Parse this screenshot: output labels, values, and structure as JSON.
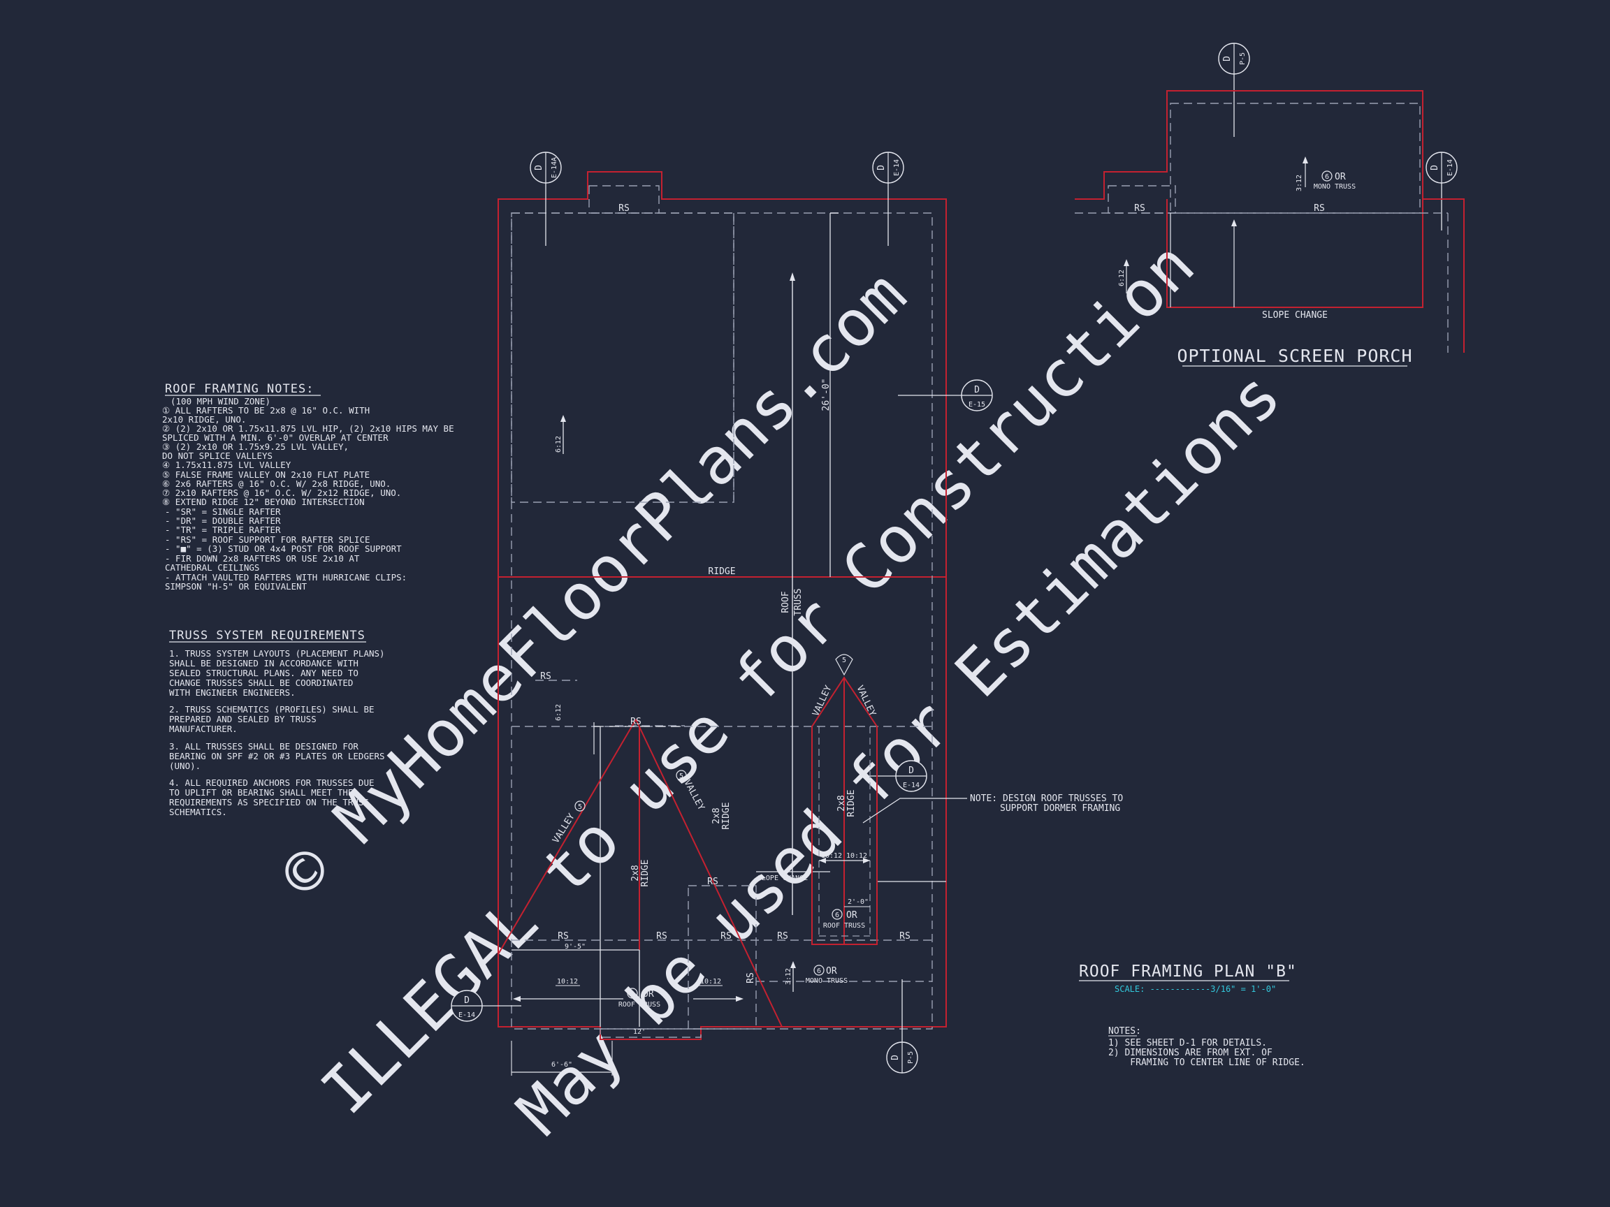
{
  "roof_framing_notes": {
    "title": "ROOF FRAMING NOTES:",
    "lines": [
      "(100 MPH WIND ZONE)",
      "① ALL RAFTERS TO BE 2x8 @ 16\" O.C. WITH",
      "   2x10 RIDGE, UNO.",
      "② (2) 2x10 OR 1.75x11.875 LVL HIP, (2) 2x10 HIPS MAY BE",
      "   SPLICED WITH A MIN. 6'-0\" OVERLAP AT CENTER",
      "③ (2) 2x10 OR 1.75x9.25 LVL VALLEY,",
      "   DO NOT SPLICE VALLEYS",
      "④ 1.75x11.875 LVL VALLEY",
      "⑤ FALSE FRAME VALLEY ON 2x10 FLAT PLATE",
      "⑥ 2x6 RAFTERS @ 16\" O.C. W/ 2x8 RIDGE, UNO.",
      "⑦ 2x10 RAFTERS @ 16\" O.C. W/ 2x12 RIDGE, UNO.",
      "⑧ EXTEND RIDGE 12\" BEYOND INTERSECTION",
      "-  \"SR\" = SINGLE RAFTER",
      "-  \"DR\" = DOUBLE RAFTER",
      "-  \"TR\" = TRIPLE RAFTER",
      "-  \"RS\" = ROOF SUPPORT FOR RAFTER SPLICE",
      "-  \"■\" = (3) STUD OR 4x4 POST FOR ROOF SUPPORT",
      "-  FIR DOWN 2x8 RAFTERS OR USE 2x10 AT",
      "   CATHEDRAL CEILINGS",
      "-  ATTACH VAULTED RAFTERS WITH HURRICANE CLIPS:",
      "   SIMPSON \"H-5\" OR EQUIVALENT"
    ]
  },
  "truss_requirements": {
    "title": "TRUSS SYSTEM REQUIREMENTS",
    "lines": [
      "1. TRUSS SYSTEM LAYOUTS (PLACEMENT PLANS)",
      "SHALL BE DESIGNED IN ACCORDANCE WITH",
      "SEALED STRUCTURAL PLANS. ANY NEED TO",
      "CHANGE TRUSSES SHALL BE COORDINATED",
      "WITH ENGINEER ENGINEERS.",
      "",
      "2. TRUSS SCHEMATICS (PROFILES) SHALL BE",
      "PREPARED AND SEALED BY TRUSS",
      "MANUFACTURER.",
      "",
      "3. ALL TRUSSES SHALL BE DESIGNED FOR",
      "BEARING ON SPF #2 OR #3 PLATES OR LEDGERS",
      "(UNO).",
      "",
      "4. ALL REQUIRED ANCHORS FOR TRUSSES DUE",
      "TO UPLIFT OR BEARING SHALL MEET THE",
      "REQUIREMENTS AS SPECIFIED ON THE TRUSS",
      "SCHEMATICS."
    ]
  },
  "plan": {
    "title": "ROOF FRAMING PLAN \"B\"",
    "scale": "SCALE: ------------3/16\" = 1'-0\"",
    "notes_title": "NOTES:",
    "notes": [
      "1)  SEE SHEET D-1 FOR DETAILS.",
      "2)  DIMENSIONS ARE FROM EXT. OF",
      "    FRAMING TO CENTER LINE OF RIDGE."
    ],
    "labels": {
      "rs": "RS",
      "ridge": "RIDGE",
      "roof": "ROOF",
      "truss": "TRUSS",
      "valley": "VALLEY",
      "two_by_eight": "2x8",
      "pitch_612": "6:12",
      "pitch_312": "3:12",
      "pitch_1012": "10:12",
      "or": "OR",
      "roof_truss": "ROOF TRUSS",
      "mono_truss": "MONO TRUSS",
      "slope_change": "SLOPE CHANGE",
      "dim_26": "26'-0\"",
      "dim_9_5": "9'-5\"",
      "dim_6_6": "6'-6\"",
      "dim_2_0": "2'-0\"",
      "dim_12": "12'",
      "note_dormer_1": "NOTE: DESIGN ROOF TRUSSES TO",
      "note_dormer_2": "SUPPORT DORMER FRAMING",
      "circle_5": "5",
      "circle_6": "6"
    }
  },
  "porch": {
    "title": "OPTIONAL SCREEN PORCH",
    "slope_change": "SLOPE CHANGE"
  },
  "section_markers": [
    {
      "letter": "D",
      "sheet": "E-14A"
    },
    {
      "letter": "D",
      "sheet": "E-14"
    },
    {
      "letter": "D",
      "sheet": "E-15"
    },
    {
      "letter": "D",
      "sheet": "E-14"
    },
    {
      "letter": "D",
      "sheet": "E-14"
    },
    {
      "letter": "D",
      "sheet": "P-5"
    },
    {
      "letter": "D",
      "sheet": "P-5"
    },
    {
      "letter": "D",
      "sheet": "E-14"
    }
  ],
  "watermark": {
    "line1": "© MyHomeFloorPlans.com",
    "line2": "ILLEGAL to use for Construction",
    "line3": "May be used for Estimations"
  },
  "colors": {
    "background": "#222839",
    "linework": "#e4e6ee",
    "dashed": "#9aa0b2",
    "red": "#c42130",
    "scale_cyan": "#32c8dc"
  }
}
